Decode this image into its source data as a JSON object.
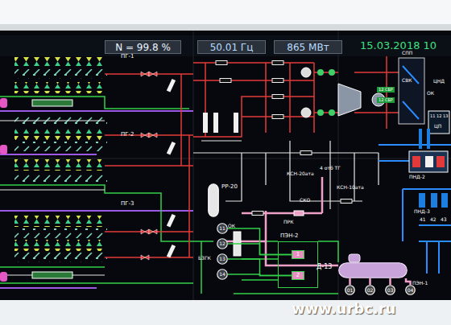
{
  "diagram": {
    "nodes": [
      {
        "text": [
          "N = 99.8 %"
        ]
      },
      {
        "text": [
          "50.01 Гц"
        ]
      },
      {
        "text": [
          "865 МВт"
        ]
      },
      {
        "text": [
          "РР-20"
        ]
      },
      {
        "text": [
          "11"
        ]
      },
      {
        "text": [
          "12"
        ]
      },
      {
        "text": [
          "13"
        ]
      },
      {
        "text": [
          "14"
        ]
      },
      {
        "text": [
          "ПЭН-2"
        ]
      },
      {
        "text": [
          "1"
        ],
        "in": 8
      },
      {
        "text": [
          "2"
        ],
        "in": 8
      },
      {
        "text": [
          "Д-13"
        ]
      },
      {
        "text": [
          "01"
        ]
      },
      {
        "text": [
          "02"
        ]
      },
      {
        "text": [
          "03"
        ]
      },
      {
        "text": [
          "04"
        ]
      }
    ],
    "edges": [
      {
        "from": 4,
        "to": 9,
        "arrow": "none"
      },
      {
        "from": 5,
        "to": 9,
        "arrow": "none"
      },
      {
        "from": 6,
        "to": 10,
        "arrow": "none"
      },
      {
        "from": 7,
        "to": 10,
        "arrow": "none"
      },
      {
        "from": 11,
        "to": 12,
        "arrow": "none"
      },
      {
        "from": 11,
        "to": 13,
        "arrow": "none"
      },
      {
        "from": 11,
        "to": 14,
        "arrow": "none"
      },
      {
        "from": 11,
        "to": 15,
        "arrow": "none"
      }
    ],
    "labels": [
      "15.03.2018 10",
      "ПГ-1",
      "ПГ-2",
      "ПГ-3",
      "СПП",
      "СВК",
      "12 СБР",
      "12 СБР",
      "ОК",
      "ЦНД",
      "11",
      "12",
      "13",
      "ЦП",
      "ПНД-2",
      "ПНД-3",
      "41",
      "42",
      "43",
      "ОК",
      "БЗГК",
      "КСН-20ата",
      "4 отб ТГ",
      "КСН-10ата",
      "СКО",
      "ПРК",
      "ПЭН-1",
      "www.urbc.ru"
    ]
  }
}
